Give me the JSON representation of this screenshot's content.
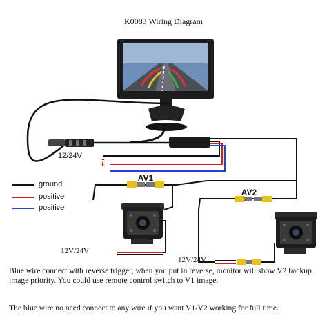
{
  "title": "K0083 Wiring Diagram",
  "monitor_power": {
    "voltage": "12/24V",
    "neg_sign": "-",
    "pos_sign": "+"
  },
  "legend": [
    {
      "label": "ground",
      "color": "#111111"
    },
    {
      "label": "positive",
      "color": "#d22020"
    },
    {
      "label": "positive",
      "color": "#2a3fd6"
    }
  ],
  "cameras": [
    {
      "channel": "AV1",
      "voltage": "12V/24V"
    },
    {
      "channel": "AV2",
      "voltage": "12V/24V"
    }
  ],
  "notes": {
    "line1": "Blue wire connect with reverse trigger, when you put in reverse, monitor will show V2 backup image priority. You could use remote control switch to V1 image.",
    "line2": "The blue wire no need connect to any wire if you want V1/V2 working for full time."
  },
  "colors": {
    "ground": "#111111",
    "positive_red": "#d22020",
    "positive_blue": "#2a3fd6",
    "connector_yellow": "#e8c21a",
    "background": "#ffffff"
  }
}
